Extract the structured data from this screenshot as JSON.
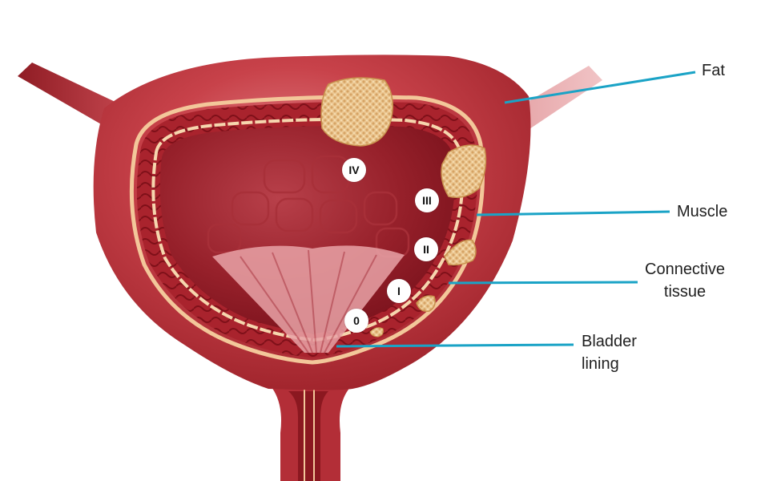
{
  "labels": {
    "fat": "Fat",
    "muscle": "Muscle",
    "connective_line1": "Connective",
    "connective_line2": "tissue",
    "lining_line1": "Bladder",
    "lining_line2": "lining"
  },
  "stages": [
    "IV",
    "III",
    "II",
    "I",
    "0"
  ],
  "colors": {
    "leader_line": "#1aa3c6",
    "outer_wall": "#c23a42",
    "inner_cavity": "#9a1f2a",
    "fat_layer": "#f3c79a",
    "tumor": "#e8c08a"
  }
}
